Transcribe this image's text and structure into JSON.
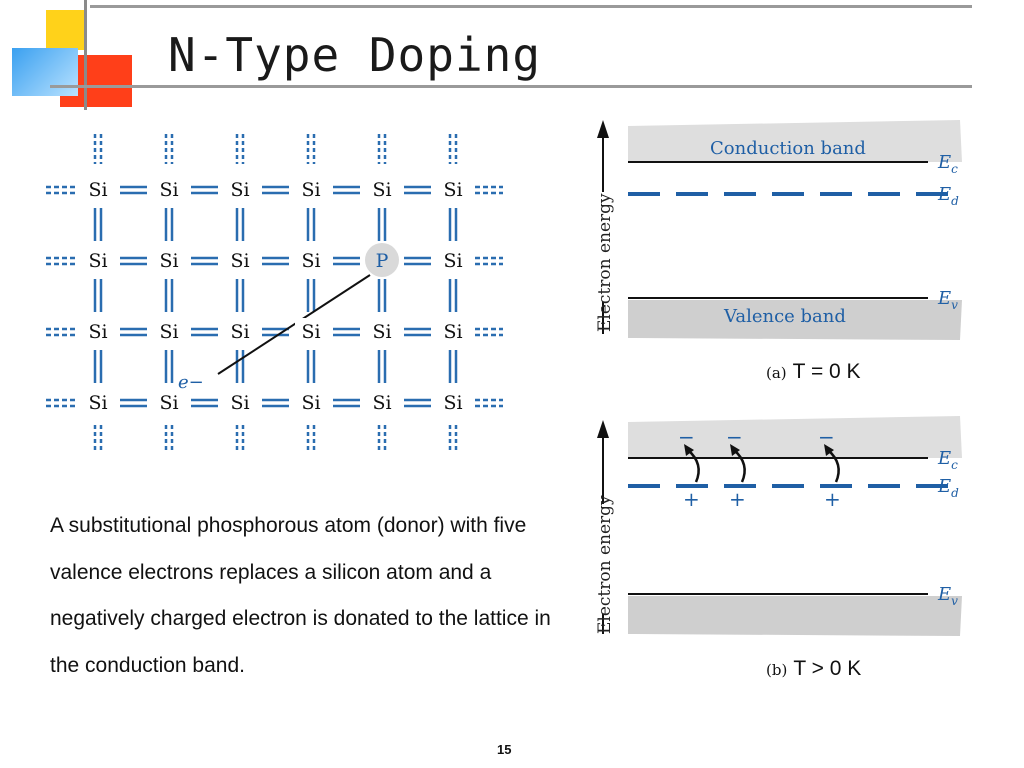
{
  "slide": {
    "title": "N-Type Doping",
    "body_text": "A substitutional phosphorous atom (donor) with five valence electrons replaces a silicon atom and a negatively charged electron is donated to the lattice in the conduction band.",
    "page_number": "15"
  },
  "lattice": {
    "atom_label": "Si",
    "donor_label": "P",
    "electron_label": "e−",
    "rows": [
      [
        "Si",
        "Si",
        "Si",
        "Si",
        "Si",
        "Si"
      ],
      [
        "Si",
        "Si",
        "Si",
        "Si",
        "P",
        "Si"
      ],
      [
        "Si",
        "Si",
        "Si",
        "Si",
        "Si",
        "Si"
      ],
      [
        "Si",
        "Si",
        "Si",
        "Si",
        "Si",
        "Si"
      ]
    ]
  },
  "band_a": {
    "axis_label": "Electron energy",
    "conduction_label": "Conduction band",
    "valence_label": "Valence band",
    "ec": "E",
    "ec_sub": "c",
    "ed": "E",
    "ed_sub": "d",
    "ev": "E",
    "ev_sub": "v",
    "tag": "(a)",
    "caption": "T = 0 K"
  },
  "band_b": {
    "axis_label": "Electron energy",
    "ec": "E",
    "ec_sub": "c",
    "ed": "E",
    "ed_sub": "d",
    "ev": "E",
    "ev_sub": "v",
    "tag": "(b)",
    "caption": "T > 0 K",
    "electron_symbol": "−",
    "ion_symbol": "+"
  },
  "colors": {
    "bond_blue": "#2a6db0",
    "band_gray": "#d3d3d3",
    "donor_blue": "#1f5fa5"
  }
}
